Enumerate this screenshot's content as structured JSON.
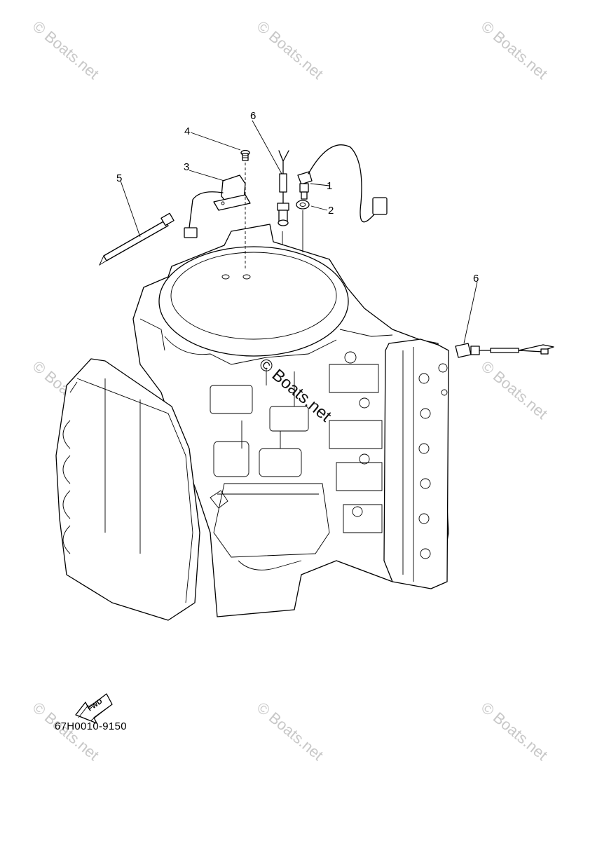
{
  "diagram": {
    "part_callouts": [
      "1",
      "2",
      "3",
      "4",
      "5",
      "6",
      "6"
    ],
    "fwd_label": "FWD",
    "drawing_code": "67H0010-9150"
  },
  "watermark": {
    "text": "© Boats.net",
    "color": "#c8c8c8"
  }
}
